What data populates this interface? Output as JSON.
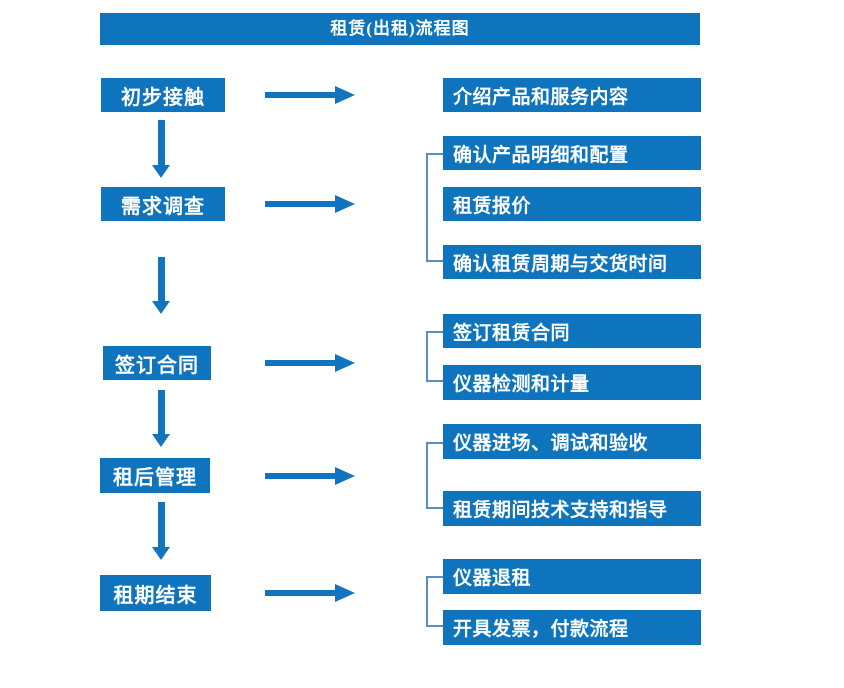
{
  "title": "租赁(出租)流程图",
  "colors": {
    "primary_blue": "#0e74bd",
    "arrow_blue": "#1274be",
    "bracket_blue": "#5d8cc0",
    "text_white": "#ffffff",
    "background": "#ffffff"
  },
  "icons": {
    "right_arrow": "arrow-right-icon",
    "down_arrow": "arrow-down-icon"
  },
  "steps": [
    {
      "label": "初步接触",
      "outputs": [
        "介绍产品和服务内容"
      ]
    },
    {
      "label": "需求调查",
      "outputs": [
        "确认产品明细和配置",
        "租赁报价",
        "确认租赁周期与交货时间"
      ]
    },
    {
      "label": "签订合同",
      "outputs": [
        "签订租赁合同",
        "仪器检测和计量"
      ]
    },
    {
      "label": "租后管理",
      "outputs": [
        "仪器进场、调试和验收",
        "租赁期间技术支持和指导"
      ]
    },
    {
      "label": "租期结束",
      "outputs": [
        "仪器退租",
        "开具发票，付款流程"
      ]
    }
  ]
}
